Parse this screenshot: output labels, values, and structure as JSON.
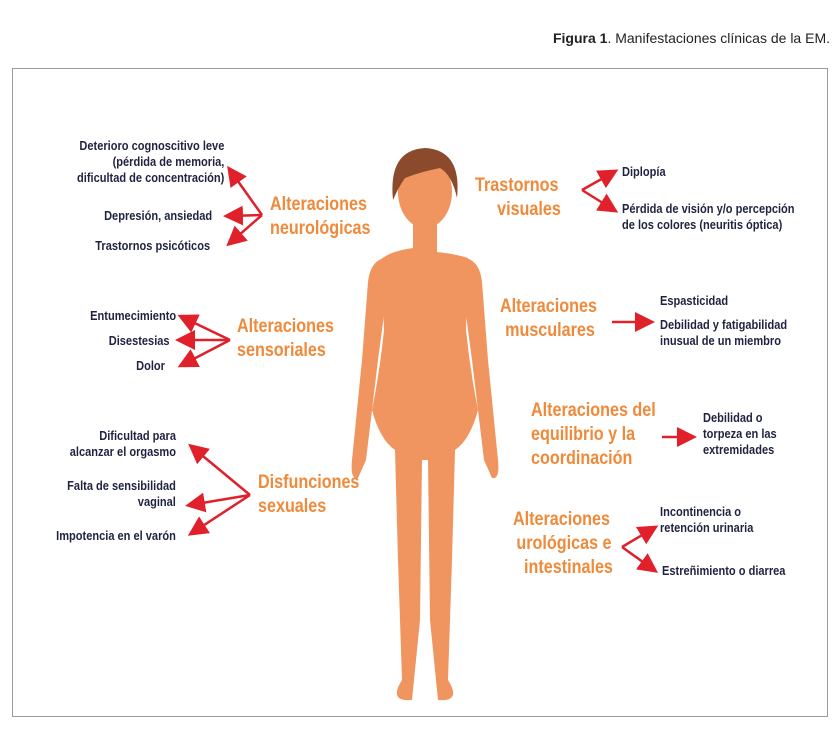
{
  "caption": {
    "label": "Figura 1",
    "text": ". Manifestaciones clínicas de la EM."
  },
  "colors": {
    "heading": "#ef8a3a",
    "arrow": "#e0202a",
    "skin": "#f0955f",
    "hair": "#8b4a2b"
  },
  "groups": {
    "neuro": {
      "title": [
        "Alteraciones",
        "neurológicas"
      ],
      "items": [
        [
          "Deterioro cognoscitivo leve",
          "(pérdida de memoria,",
          "dificultad de concentración)"
        ],
        [
          "Depresión, ansiedad"
        ],
        [
          "Trastornos psicóticos"
        ]
      ]
    },
    "sensorial": {
      "title": [
        "Alteraciones",
        "sensoriales"
      ],
      "items": [
        [
          "Entumecimiento"
        ],
        [
          "Disestesias"
        ],
        [
          "Dolor"
        ]
      ]
    },
    "sexual": {
      "title": [
        "Disfunciones",
        "sexuales"
      ],
      "items": [
        [
          "Dificultad para",
          "alcanzar el orgasmo"
        ],
        [
          "Falta de sensibilidad",
          "vaginal"
        ],
        [
          "Impotencia en el varón"
        ]
      ]
    },
    "visual": {
      "title": [
        "Trastornos",
        "visuales"
      ],
      "items": [
        [
          "Diplopía"
        ],
        [
          "Pérdida de visión y/o percepción",
          "de los colores (neuritis óptica)"
        ]
      ]
    },
    "muscular": {
      "title": [
        "Alteraciones",
        "musculares"
      ],
      "items": [
        [
          "Espasticidad"
        ],
        [
          "Debilidad y fatigabilidad",
          "inusual de un miembro"
        ]
      ]
    },
    "equilibrio": {
      "title": [
        "Alteraciones del",
        "equilibrio y la",
        "coordinación"
      ],
      "items": [
        [
          "Debilidad o",
          "torpeza en las",
          "extremidades"
        ]
      ]
    },
    "uro": {
      "title": [
        "Alteraciones",
        "urológicas e",
        "intestinales"
      ],
      "items": [
        [
          "Incontinencia o",
          "retención urinaria"
        ],
        [
          "Estreñimiento o diarrea"
        ]
      ]
    }
  }
}
